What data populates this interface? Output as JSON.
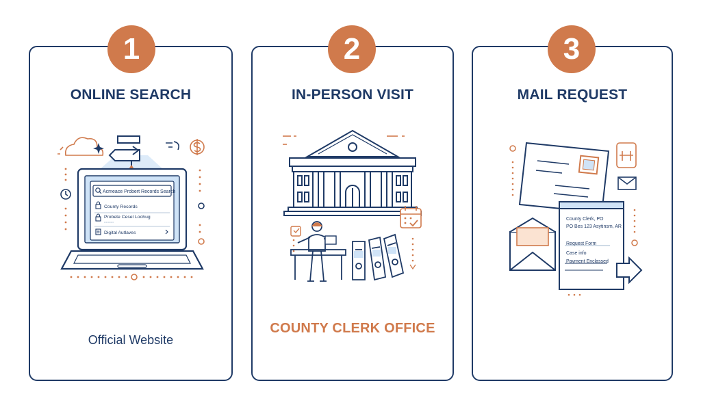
{
  "cards": [
    {
      "number": "1",
      "title": "ONLINE SEARCH",
      "caption": "Official Website",
      "screen": {
        "search_text": "Acmeace Probert Records Search",
        "items": [
          "County Records",
          "Probete Cesel Loohug",
          "Digital Autlaves"
        ],
        "item_subtext": "••••••••••"
      }
    },
    {
      "number": "2",
      "title": "IN-PERSON VISIT",
      "caption": "COUNTY CLERK OFFICE"
    },
    {
      "number": "3",
      "title": "MAIL REQUEST",
      "letter": {
        "line1": "County Clerk, PO",
        "line2": "PO Bes 123 Asytinsm, AR",
        "line3": "Request Form",
        "line4": "Case info",
        "line5": "Payment Enclassed"
      }
    }
  ],
  "colors": {
    "navy": "#1f3a66",
    "accent": "#d07a4c",
    "screen_blue": "#cfe3f7"
  }
}
